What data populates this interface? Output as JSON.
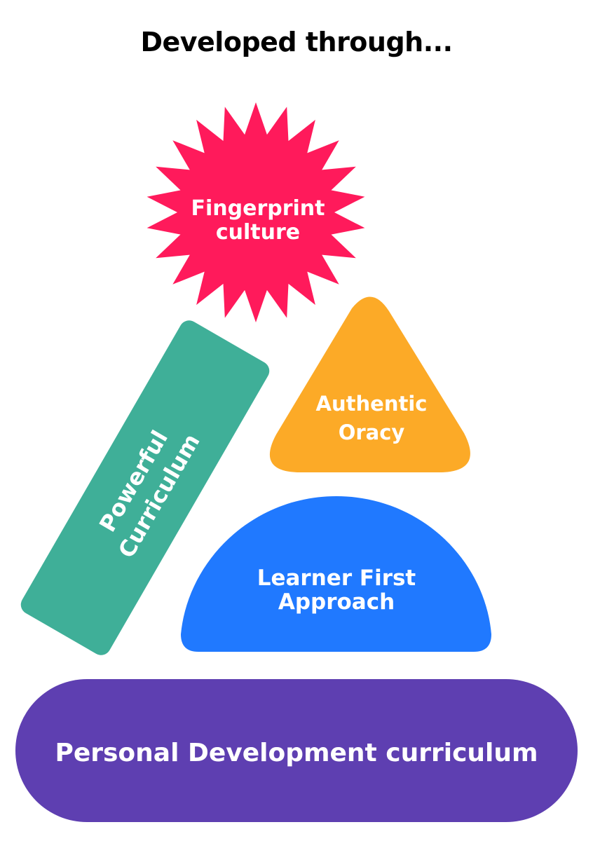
{
  "title": "Developed through...",
  "shapes": {
    "fingerprint": {
      "line1": "Fingerprint",
      "line2": "culture",
      "color": "#FF1A5B"
    },
    "oracy": {
      "line1": "Authentic",
      "line2": "Oracy",
      "color": "#FCAA27"
    },
    "curriculum": {
      "line1": "Powerful",
      "line2": "Curriculum",
      "color": "#3FAF98"
    },
    "learner": {
      "line1": "Learner First",
      "line2": "Approach",
      "color": "#2079FF"
    },
    "personal": {
      "label": "Personal Development curriculum",
      "color": "#5E3FB1"
    }
  }
}
